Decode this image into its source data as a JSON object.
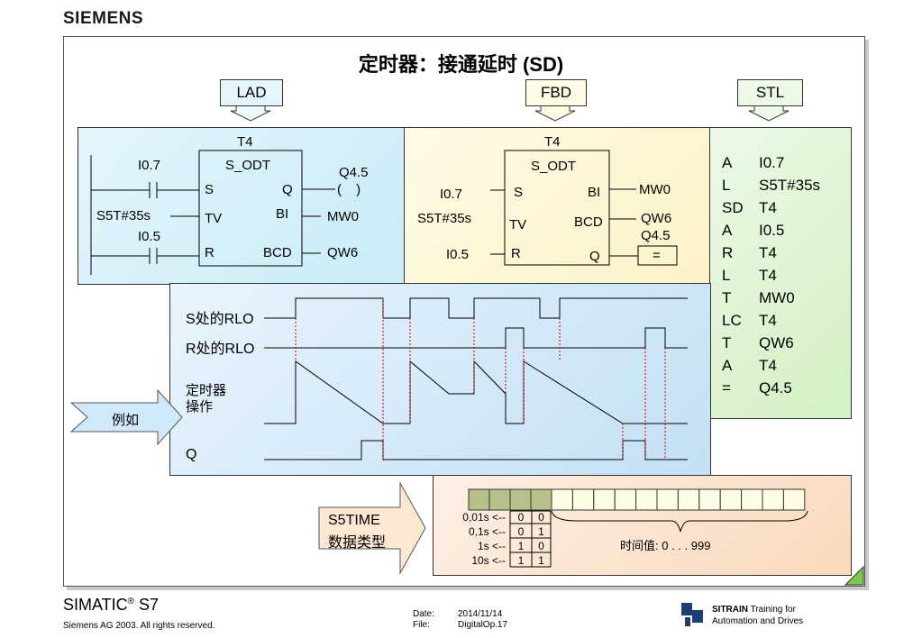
{
  "brand": "SIEMENS",
  "title": "定时器：接通延时 (SD)",
  "headers": {
    "lad": "LAD",
    "fbd": "FBD",
    "stl": "STL"
  },
  "lad": {
    "timer": "T4",
    "block": "S_ODT",
    "in_s": "I0.7",
    "in_tv": "S5T#35s",
    "in_r": "I0.5",
    "pin_s": "S",
    "pin_tv": "TV",
    "pin_r": "R",
    "pin_q": "Q",
    "pin_bi": "BI",
    "pin_bcd": "BCD",
    "out_q": "Q4.5",
    "coil": "( )",
    "out_bi": "MW0",
    "out_bcd": "QW6"
  },
  "fbd": {
    "timer": "T4",
    "block": "S_ODT",
    "in_s": "I0.7",
    "in_tv": "S5T#35s",
    "in_r": "I0.5",
    "pin_s": "S",
    "pin_tv": "TV",
    "pin_r": "R",
    "pin_bi": "BI",
    "pin_bcd": "BCD",
    "pin_q": "Q",
    "out_bi": "MW0",
    "out_bcd": "QW6",
    "out_q": "Q4.5",
    "assign": "="
  },
  "stl": [
    {
      "op": "A",
      "arg": "I0.7"
    },
    {
      "op": "L",
      "arg": "S5T#35s"
    },
    {
      "op": "SD",
      "arg": "T4"
    },
    {
      "op": "A",
      "arg": "I0.5"
    },
    {
      "op": "R",
      "arg": "T4"
    },
    {
      "op": "L",
      "arg": "T4"
    },
    {
      "op": "T",
      "arg": "MW0"
    },
    {
      "op": "LC",
      "arg": "T4"
    },
    {
      "op": "T",
      "arg": "QW6"
    },
    {
      "op": "A",
      "arg": "T4"
    },
    {
      "op": "=",
      "arg": "Q4.5"
    }
  ],
  "example": {
    "arrow_label": "例如",
    "s_rlo": "S处的RLO",
    "r_rlo": "R处的RLO",
    "timer_op_1": "定时器",
    "timer_op_2": "操作",
    "q": "Q"
  },
  "s5time": {
    "label_1": "S5TIME",
    "label_2": "数据类型",
    "bases": [
      {
        "label": "0,01s <--",
        "b1": "0",
        "b0": "0"
      },
      {
        "label": "0,1s <--",
        "b1": "0",
        "b0": "1"
      },
      {
        "label": "1s <--",
        "b1": "1",
        "b0": "0"
      },
      {
        "label": "10s <--",
        "b1": "1",
        "b0": "1"
      }
    ],
    "value_label": "时间值: 0 . . . 999"
  },
  "footer": {
    "product": "SIMATIC",
    "reg": "®",
    "product2": " S7",
    "copyright": "Siemens AG 2003. All rights reserved.",
    "date_label": "Date:",
    "date_value": "2014/11/14",
    "file_label": "File:",
    "file_value": "DigitalOp.17",
    "sitrain": "SITRAIN",
    "sitrain_tail": " Training for",
    "sitrain_line2": "Automation and Drives"
  },
  "colors": {
    "red_marker": "#d40000",
    "header_fill": "#dff3fb"
  }
}
